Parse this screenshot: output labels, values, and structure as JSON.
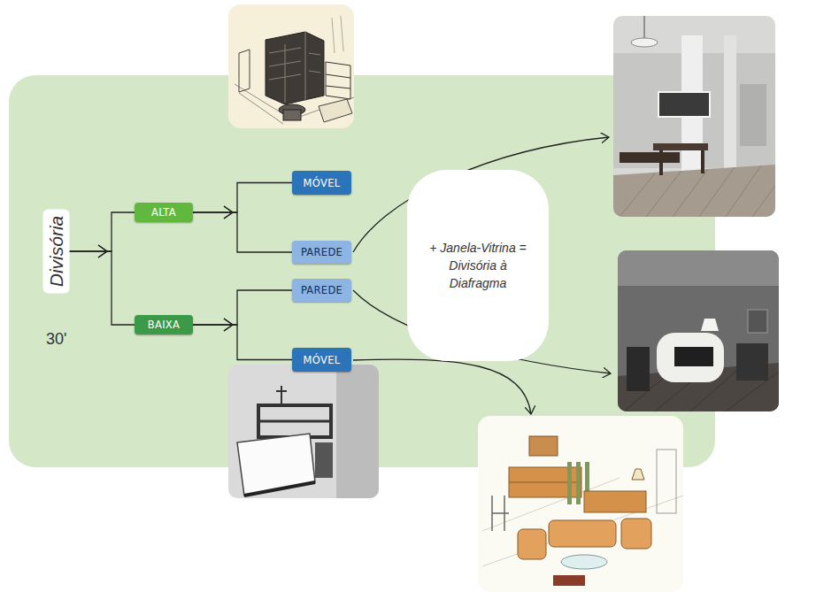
{
  "diagram": {
    "nodes": [
      {
        "text": [
          "Divisória"
        ]
      },
      {
        "text": [
          "ALTA"
        ]
      },
      {
        "text": [
          "MÓVEL"
        ]
      },
      {
        "text": [
          "PAREDE"
        ]
      },
      {
        "text": [
          "BAIXA"
        ]
      },
      {
        "text": [
          "PAREDE"
        ]
      },
      {
        "text": [
          "MÓVEL"
        ]
      },
      {
        "text": [
          "+ Janela-Vitrina = Divisória à Diafragma"
        ]
      }
    ],
    "edges": [
      {
        "from": 0,
        "to": 1,
        "arrow": "to"
      },
      {
        "from": 0,
        "to": 4,
        "arrow": "to"
      },
      {
        "from": 1,
        "to": 2,
        "arrow": "to"
      },
      {
        "from": 1,
        "to": 3,
        "arrow": "to"
      },
      {
        "from": 4,
        "to": 5,
        "arrow": "to"
      },
      {
        "from": 4,
        "to": 6,
        "arrow": "to"
      }
    ],
    "labels": [
      "30'"
    ]
  }
}
